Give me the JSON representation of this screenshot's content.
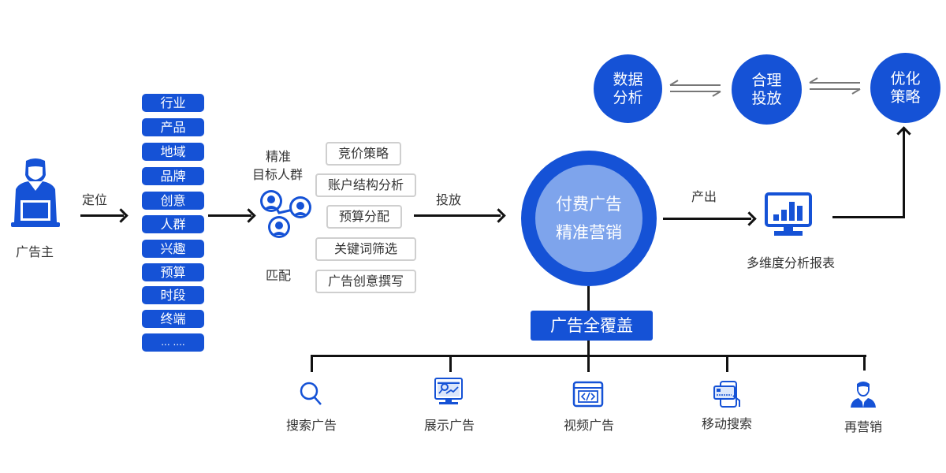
{
  "advertiser": {
    "label": "广告主",
    "icon": "user-laptop-icon"
  },
  "step_position": {
    "label": "定位"
  },
  "targeting_tags": [
    "行业",
    "产品",
    "地域",
    "品牌",
    "创意",
    "人群",
    "兴趣",
    "预算",
    "时段",
    "终端",
    "... ...."
  ],
  "audience": {
    "title_line1": "精准",
    "title_line2": "目标人群",
    "match_label": "匹配",
    "icon": "user-group-network-icon"
  },
  "strategies": [
    "竞价策略",
    "账户结构分析",
    "预算分配",
    "关键词筛选",
    "广告创意撰写"
  ],
  "step_deliver": {
    "label": "投放"
  },
  "core": {
    "line1": "付费广告",
    "line2": "精准营销"
  },
  "step_output": {
    "label": "产出"
  },
  "report": {
    "label": "多维度分析报表",
    "icon": "bar-chart-monitor-icon"
  },
  "cycle": [
    {
      "line1": "数据",
      "line2": "分析"
    },
    {
      "line1": "合理",
      "line2": "投放"
    },
    {
      "line1": "优化",
      "line2": "策略"
    }
  ],
  "coverage": {
    "label": "广告全覆盖"
  },
  "channels": [
    {
      "label": "搜索广告",
      "icon": "search-icon"
    },
    {
      "label": "展示广告",
      "icon": "display-analytics-icon"
    },
    {
      "label": "视频广告",
      "icon": "code-window-icon"
    },
    {
      "label": "移动搜索",
      "icon": "mobile-card-icon"
    },
    {
      "label": "再营销",
      "icon": "businessman-icon"
    }
  ],
  "colors": {
    "primary": "#1552d6",
    "core_inner": "#7ea4ec",
    "line": "#111111",
    "box_border": "#cfcfcf"
  }
}
